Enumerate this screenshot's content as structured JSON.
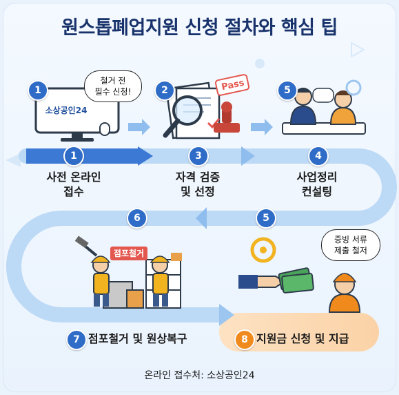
{
  "title": "원스톱폐업지원 신청 절차와 핵심 팁",
  "bubbles": {
    "prior_notice": "철거 전\n필수 신청!",
    "documents": "증빙 서류\n제출 철저"
  },
  "stamp_text": "Pass",
  "monitor_brand": "소상공인24",
  "sign_text": "점포철거",
  "top_badges": [
    "1",
    "2",
    "5"
  ],
  "steps": [
    {
      "num": "1",
      "label": "사전 온라인\n접수"
    },
    {
      "num": "3",
      "label": "자격 검증\n및 선정"
    },
    {
      "num": "4",
      "label": "사업정리\n컨설팅"
    },
    {
      "num": "5"
    },
    {
      "num": "6"
    },
    {
      "num": "7",
      "label": "점포철거 및 원상복구"
    },
    {
      "num": "8",
      "label": "지원금 신청 및 지급"
    }
  ],
  "footer": "온라인 접수처: 소상공인24",
  "colors": {
    "title": "#18326b",
    "path_blue": "#bcd9f6",
    "badge_blue": "#2f6cc7",
    "accent_orange": "#f08a1c"
  }
}
